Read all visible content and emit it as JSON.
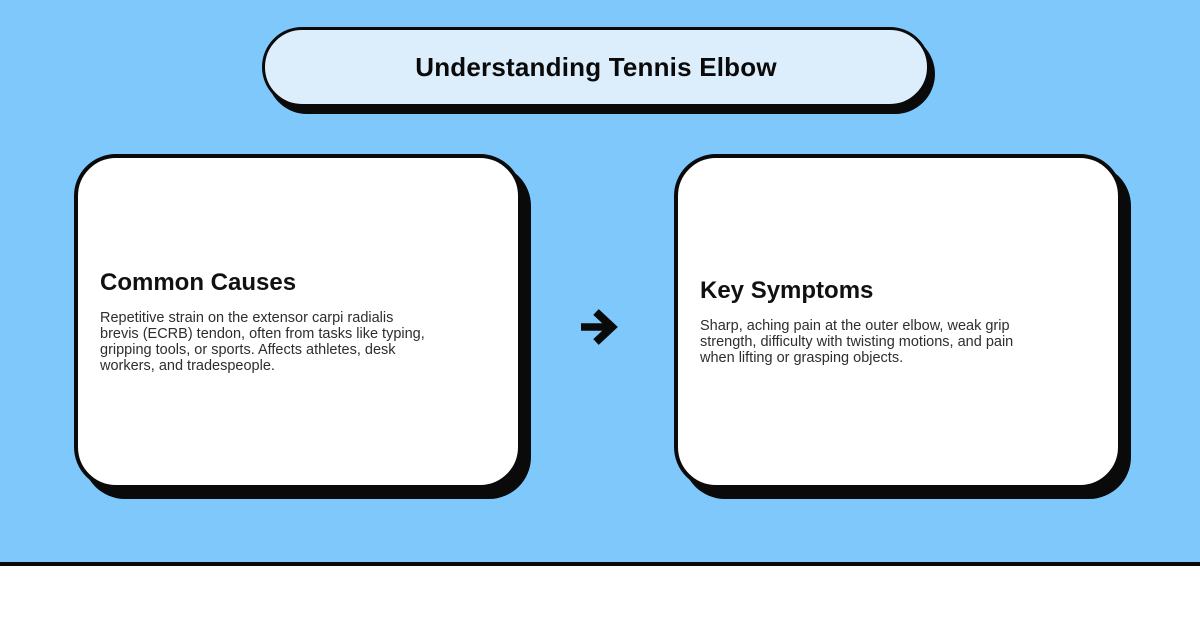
{
  "title_banner": {
    "label": "Understanding Tennis Elbow"
  },
  "cards": [
    {
      "heading": "Common Causes",
      "body": "Repetitive strain on the extensor carpi radialis\nbrevis (ECRB) tendon, often from tasks like typing,\ngripping tools, or sports. Affects athletes, desk\nworkers, and tradespeople."
    },
    {
      "heading": "Key Symptoms",
      "body": "Sharp, aching pain at the outer elbow, weak grip\nstrength, difficulty with twisting motions, and pain\nwhen lifting or grasping objects."
    }
  ],
  "arrow": {
    "meaning": "flow from causes to symptoms"
  },
  "colors": {
    "background": "#7ec8fc",
    "pill_fill": "#dcedfb",
    "card_fill": "#ffffff",
    "ink": "#0a0a0a",
    "body_text": "#2e2e2e"
  }
}
